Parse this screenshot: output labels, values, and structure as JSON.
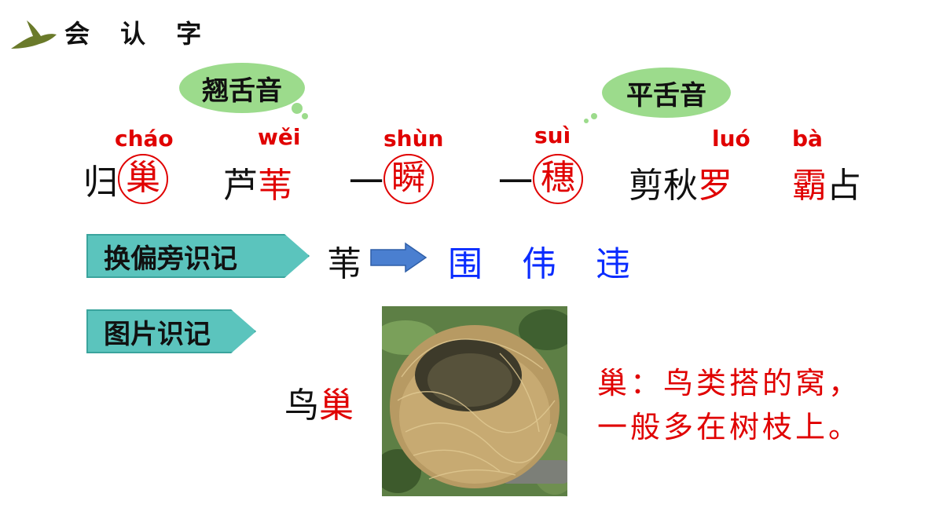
{
  "title": "会 认 字",
  "clouds": {
    "retroflex": "翘舌音",
    "flat": "平舌音"
  },
  "words": [
    {
      "chars": [
        "归",
        "巢"
      ],
      "pinyin": "cháo"
    },
    {
      "chars": [
        "芦",
        "苇"
      ],
      "pinyin": "wěi"
    },
    {
      "chars": [
        "一",
        "瞬"
      ],
      "pinyin": "shùn"
    },
    {
      "chars": [
        "一",
        "穗"
      ],
      "pinyin": "suì"
    },
    {
      "chars": [
        "剪",
        "秋",
        "罗"
      ],
      "pinyin": "luó"
    },
    {
      "chars": [
        "霸",
        "占"
      ],
      "pinyin": "bà"
    }
  ],
  "radical_section": {
    "label": "换偏旁识记",
    "source": "苇",
    "results": "围 伟 违"
  },
  "picture_section": {
    "label": "图片识记",
    "word_plain": "鸟",
    "word_red": "巢",
    "definition_line1": "巢：鸟类搭的窝，",
    "definition_line2": "一般多在树枝上。"
  },
  "colors": {
    "accent_red": "#e00000",
    "teal": "#5bc4bd",
    "blue": "#0a2cff",
    "bird": "#6a7a2a"
  }
}
